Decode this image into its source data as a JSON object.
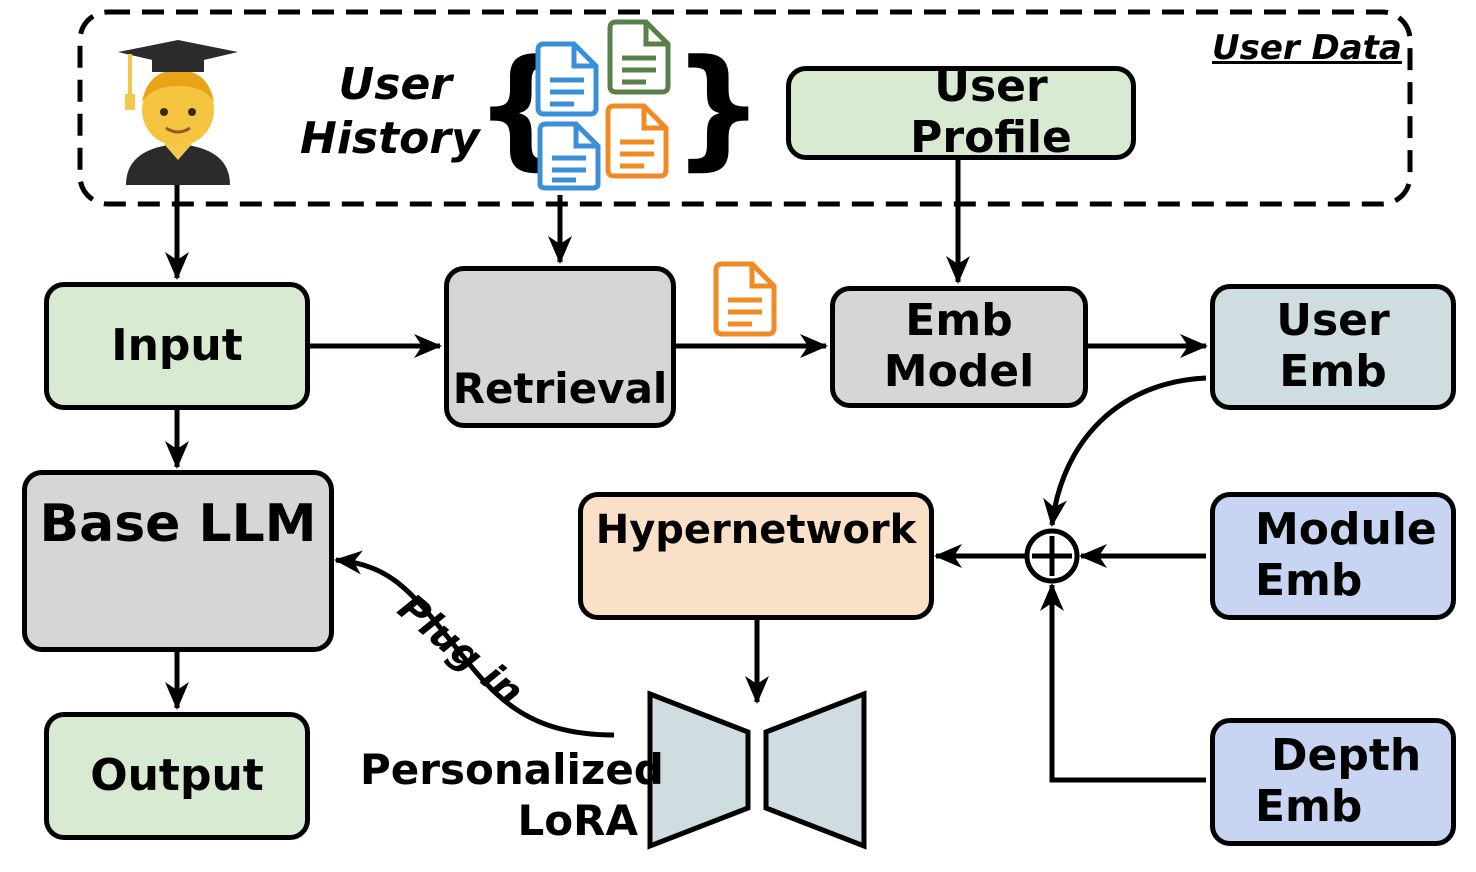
{
  "user_data_label": "User Data",
  "user_history_label": [
    "User",
    "History"
  ],
  "user_profile_label": "User Profile",
  "input_label": "Input",
  "retrieval_label": "Retrieval",
  "emb_model_label": [
    "Emb",
    "Model"
  ],
  "user_emb_label": [
    "User",
    "Emb"
  ],
  "base_llm_label": "Base LLM",
  "output_label": "Output",
  "hypernetwork_label": "Hypernetwork",
  "module_emb_label": [
    "Module",
    "Emb"
  ],
  "depth_emb_label": [
    "Depth",
    "Emb"
  ],
  "plug_in_label": "Plug in",
  "personalized_lora_label": [
    "Personalized",
    "LoRA"
  ],
  "colors": {
    "green": "#d9ead3",
    "gray": "#d6d6d6",
    "teal": "#cfdde1",
    "blue": "#c7d5f2",
    "peach": "#fbe0c8",
    "doc_blue": "#3b8fd9",
    "doc_green": "#5a7f4a",
    "doc_orange": "#f08a24"
  },
  "icons": [
    "student-icon",
    "document-icon",
    "magnifier-icon",
    "person-icon",
    "ice-cube-icon",
    "fire-icon"
  ]
}
